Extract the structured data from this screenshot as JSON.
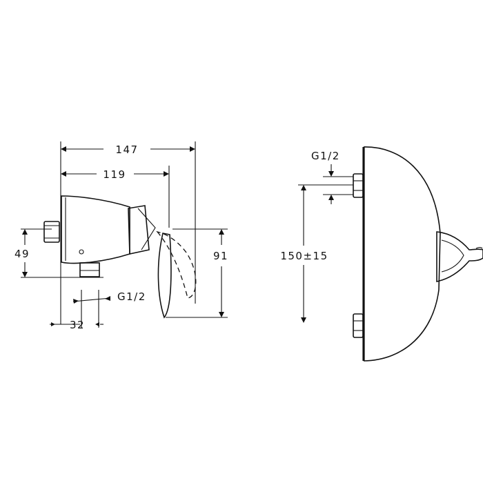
{
  "side_view": {
    "dim_overall_width": "147",
    "dim_lever_width": "119",
    "dim_height_offset": "49",
    "dim_height": "91",
    "dim_outlet_offset": "32",
    "thread_label": "G1/2"
  },
  "front_view": {
    "thread_label": "G1/2",
    "dim_center_distance": "150±15"
  },
  "colors": {
    "line": "#111111",
    "background": "#ffffff"
  }
}
